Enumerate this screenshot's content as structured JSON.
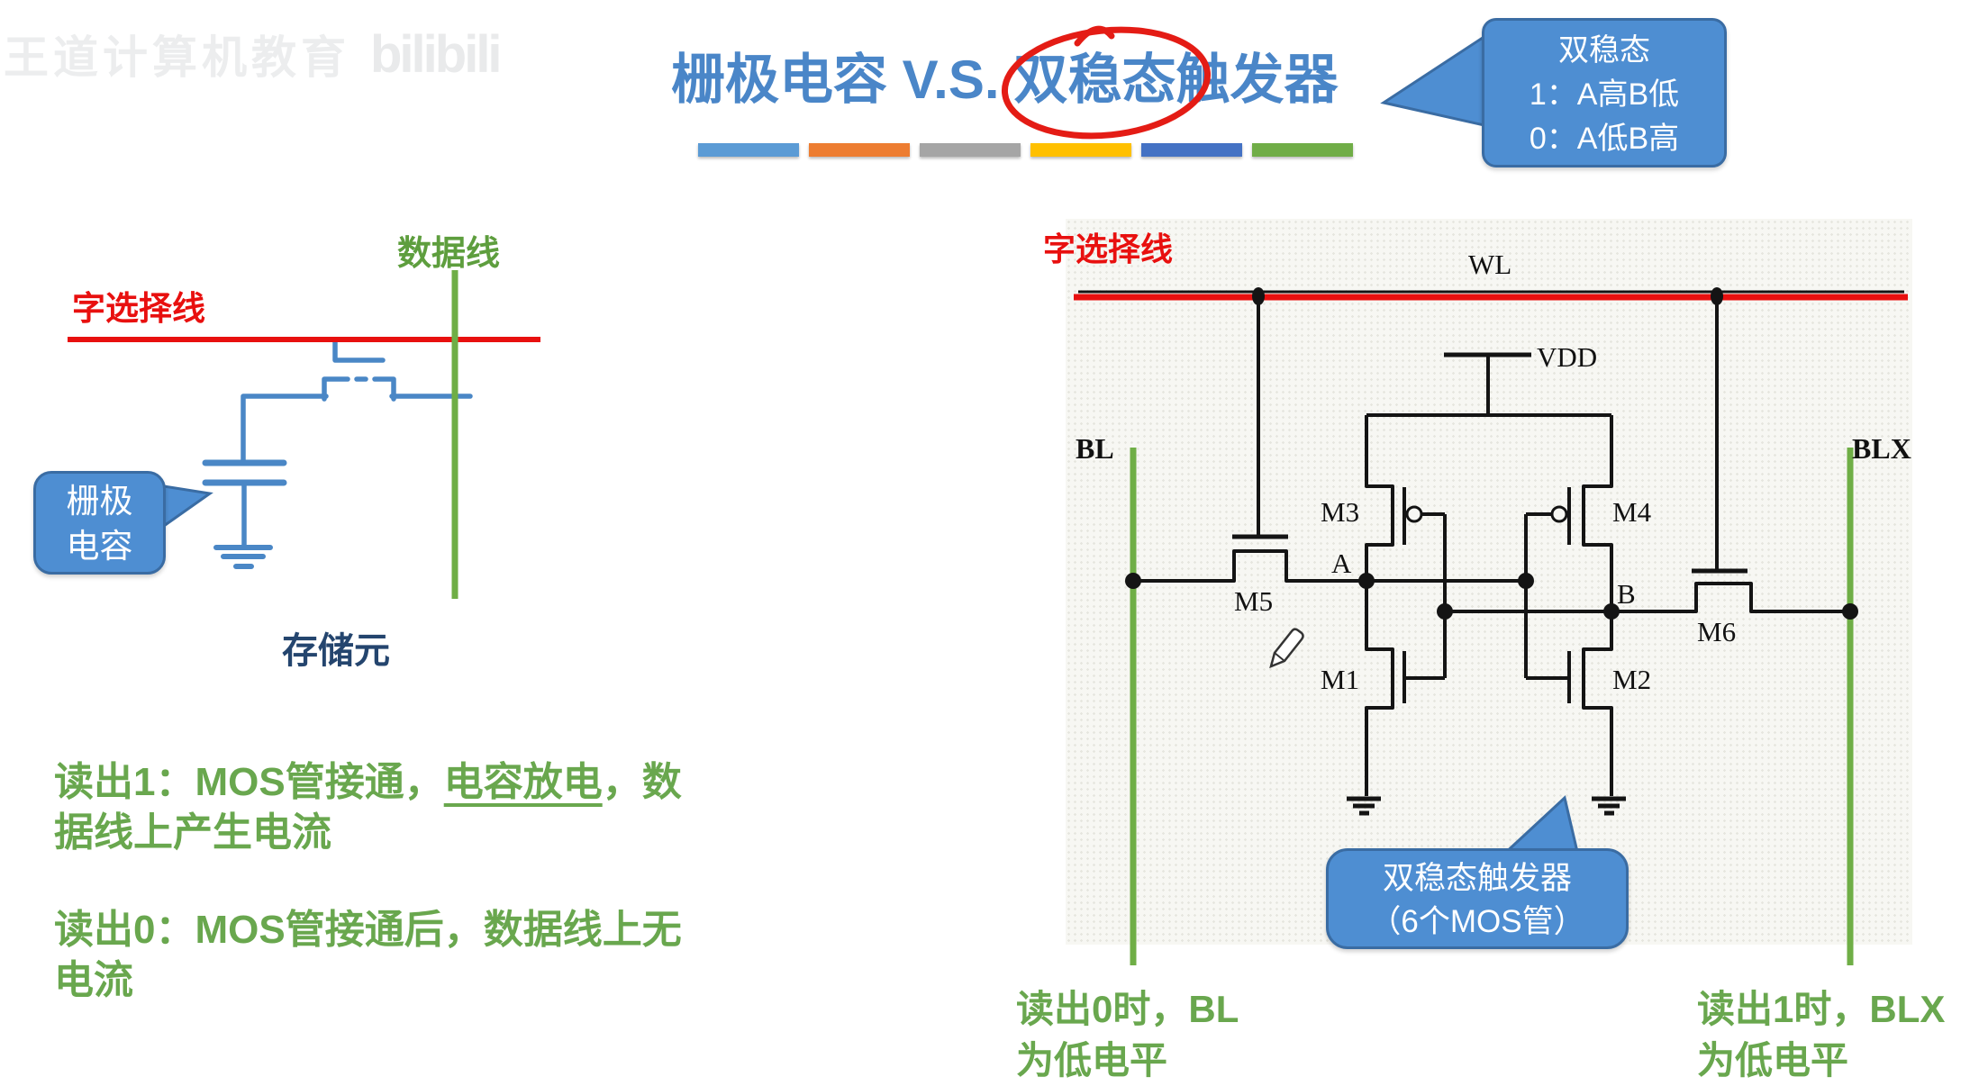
{
  "watermark": {
    "text": "王道计算机教育",
    "logo": "bilibili"
  },
  "title": {
    "part1": "栅极电容 V.S.",
    "circled": "双稳态",
    "part3": "触发器"
  },
  "accent_bars": [
    "#5B9BD5",
    "#ED7D31",
    "#A5A5A5",
    "#FFC000",
    "#4472C4",
    "#70AD47"
  ],
  "bistable_callout": {
    "line1": "双稳态",
    "line2": "1：A高B低",
    "line3": "0：A低B高"
  },
  "dram": {
    "word_line_label": "字选择线",
    "bit_line_label": "数据线",
    "capacitor_callout_line1": "栅极",
    "capacitor_callout_line2": "电容",
    "cell_label": "存储元",
    "read1_prefix": "读出1：MOS管接通，",
    "read1_underlined": "电容放电",
    "read1_suffix": "，数",
    "read1_line2": "据线上产生电流",
    "read0_line1": "读出0：MOS管接通后，数据线上无",
    "read0_line2": "电流"
  },
  "sram": {
    "word_line_label": "字选择线",
    "wl": "WL",
    "vdd": "VDD",
    "bl": "BL",
    "blx": "BLX",
    "m1": "M1",
    "m2": "M2",
    "m3": "M3",
    "m4": "M4",
    "m5": "M5",
    "m6": "M6",
    "node_a": "A",
    "node_b": "B",
    "flipflop_callout_line1": "双稳态触发器",
    "flipflop_callout_line2": "（6个MOS管）",
    "bl_note_line1": "读出0时，BL",
    "bl_note_line2": "为低电平",
    "blx_note_line1": "读出1时，BLX",
    "blx_note_line2": "为低电平"
  },
  "colors": {
    "title_blue": "#4A86C8",
    "annotation_red": "#E41C15",
    "word_line_red": "#E8100F",
    "bit_line_green": "#6FAE46",
    "note_text_green": "#69A74E",
    "circuit_blue": "#4A87C6",
    "callout_fill_blue": "#4E8ED2",
    "callout_border_blue": "#3A6CA3",
    "cell_label_navy": "#24456E"
  }
}
